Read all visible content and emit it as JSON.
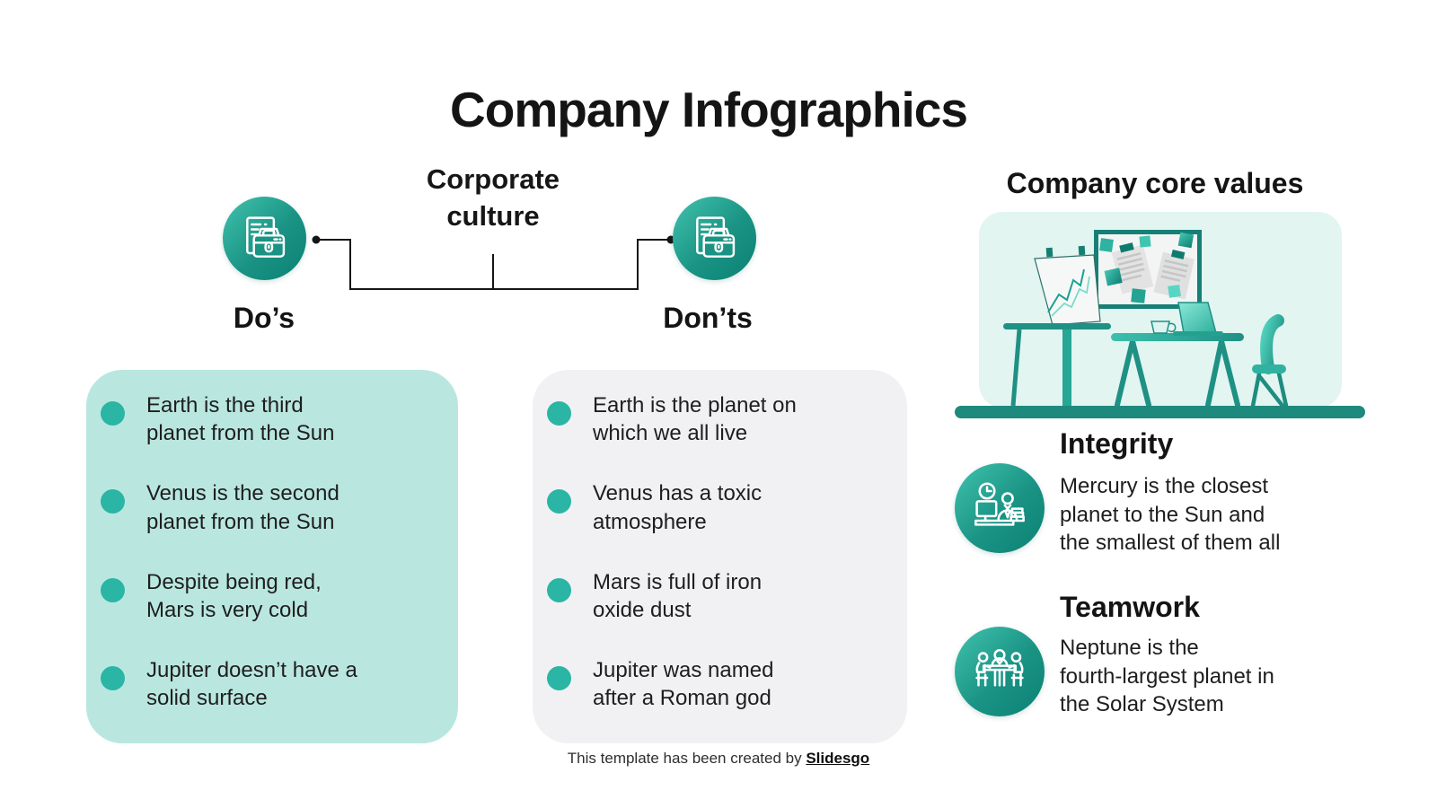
{
  "title": "Company Infographics",
  "colors": {
    "accent_teal": "#2ab5a5",
    "icon_gradient_start": "#41c3ae",
    "icon_gradient_end": "#0b8174",
    "dos_card_bg": "#b9e7e0",
    "donts_card_bg": "#f1f1f3",
    "illustration_bg": "#e2f5f1",
    "floor_bar": "#1e897d",
    "text": "#1c1c1c"
  },
  "diagram": {
    "label": "Corporate\nculture",
    "left": {
      "label": "Do’s",
      "icon": "briefcase-document-icon"
    },
    "right": {
      "label": "Don’ts",
      "icon": "briefcase-document-icon"
    }
  },
  "dos_card": {
    "items": [
      {
        "text": "Earth is the third\nplanet from the Sun"
      },
      {
        "text": "Venus is the second\nplanet from the Sun"
      },
      {
        "text": "Despite being red,\nMars is very cold"
      },
      {
        "text": "Jupiter doesn’t have a\nsolid surface"
      }
    ]
  },
  "donts_card": {
    "items": [
      {
        "text": "Earth is the planet on\nwhich we all live"
      },
      {
        "text": "Venus has a toxic\natmosphere"
      },
      {
        "text": "Mars is full of iron\noxide dust"
      },
      {
        "text": "Jupiter was named\nafter a Roman god"
      }
    ]
  },
  "core_values": {
    "title": "Company core values",
    "illustration": "office-workspace-illustration",
    "values": [
      {
        "heading": "Integrity",
        "icon": "employee-desk-clock-icon",
        "text": "Mercury is the closest\nplanet to the Sun and\nthe smallest of them all"
      },
      {
        "heading": "Teamwork",
        "icon": "team-meeting-icon",
        "text": "Neptune is the\nfourth-largest planet in\nthe Solar System"
      }
    ]
  },
  "footer": {
    "text": "This template has been created by ",
    "brand": "Slidesgo"
  }
}
